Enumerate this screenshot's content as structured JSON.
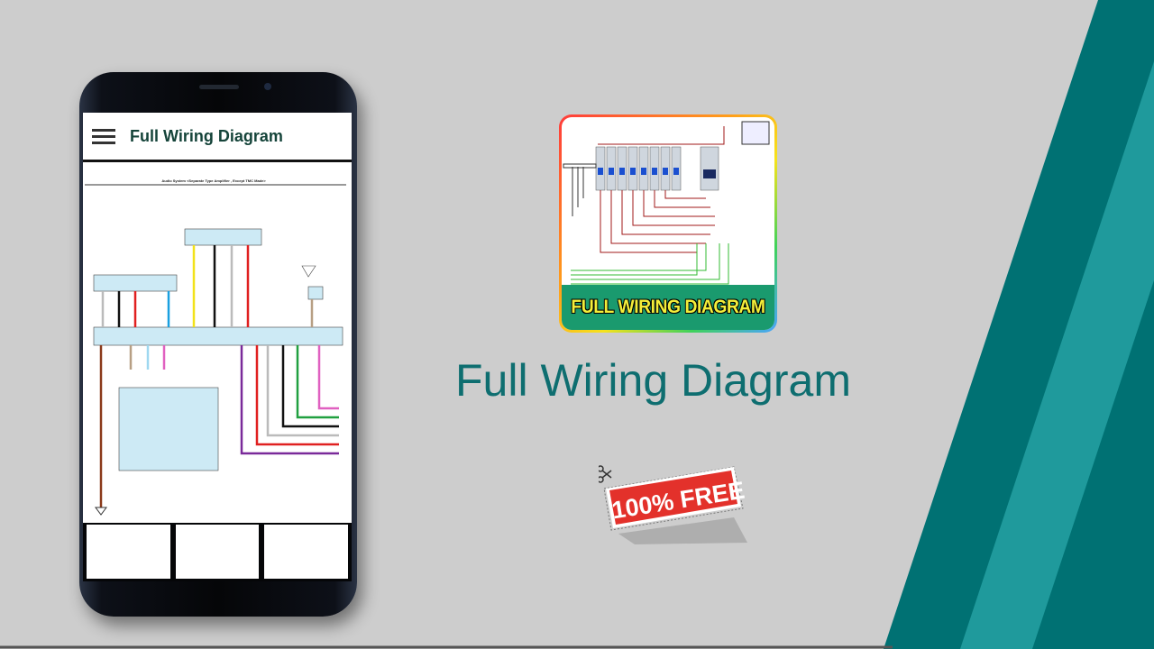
{
  "app": {
    "title": "Full Wiring Diagram",
    "menu_icon": "hamburger-menu-icon",
    "document_title": "Audio System <Separate Type Amplifier , Except TMC Made>"
  },
  "app_icon": {
    "banner_text": "FULL WIRING DIAGRAM"
  },
  "headline": "Full Wiring Diagram",
  "badge": {
    "text": "100% FREE",
    "icon": "scissors-icon"
  },
  "colors": {
    "background": "#cdcdcd",
    "teal_dark": "#007173",
    "teal_light": "#1f9a9c",
    "headline": "#0e6e70",
    "badge_red": "#e3312b"
  }
}
